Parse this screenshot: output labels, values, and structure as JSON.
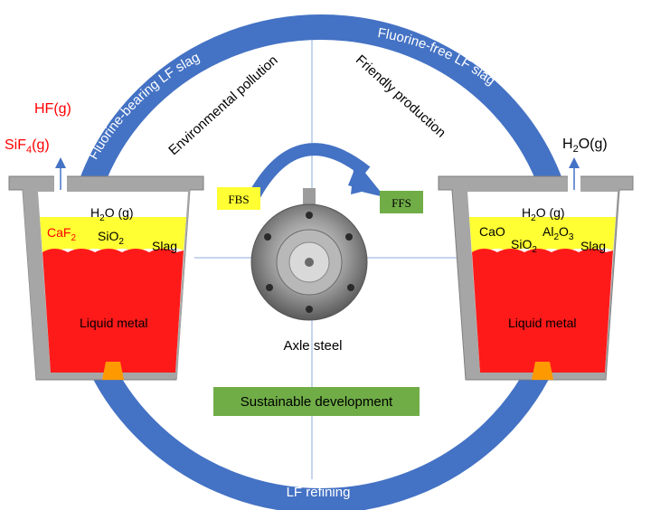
{
  "ring": {
    "top_left_label": "Fluorine-bearing LF slag",
    "top_right_label": "Fluorine-free LF slag",
    "bottom_label": "LF refining"
  },
  "left_process": {
    "gas_1": "HF(g)",
    "gas_2_main": "SiF",
    "gas_2_sub": "4",
    "gas_2_tail": "(g)",
    "water_main": "H",
    "water_sub": "2",
    "water_tail": "O (g)",
    "caf2_main": "CaF",
    "caf2_sub": "2",
    "sio2_main": "SiO",
    "sio2_sub": "2",
    "slag": "Slag",
    "metal": "Liquid metal"
  },
  "right_process": {
    "gas_main": "H",
    "gas_sub": "2",
    "gas_tail": "O(g)",
    "water_main": "H",
    "water_sub": "2",
    "water_tail": "O (g)",
    "cao": "CaO",
    "al2o3_a": "Al",
    "al2o3_s1": "2",
    "al2o3_b": "O",
    "al2o3_s2": "3",
    "sio2_main": "SiO",
    "sio2_sub": "2",
    "slag": "Slag",
    "metal": "Liquid metal"
  },
  "center": {
    "env_label": "Environmental pollution",
    "friendly_label": "Friendly production",
    "fbs": "FBS",
    "ffs": "FFS",
    "axle": "Axle steel",
    "sustainable": "Sustainable development"
  },
  "colors": {
    "ring_blue": "#4472c4",
    "slag_yellow": "#ffff33",
    "metal_red": "#ff1a1a",
    "ladle_gray": "#a6a6a6",
    "plug_orange": "#ff9900",
    "box_green": "#70ad47",
    "text_red": "#ff0000"
  }
}
